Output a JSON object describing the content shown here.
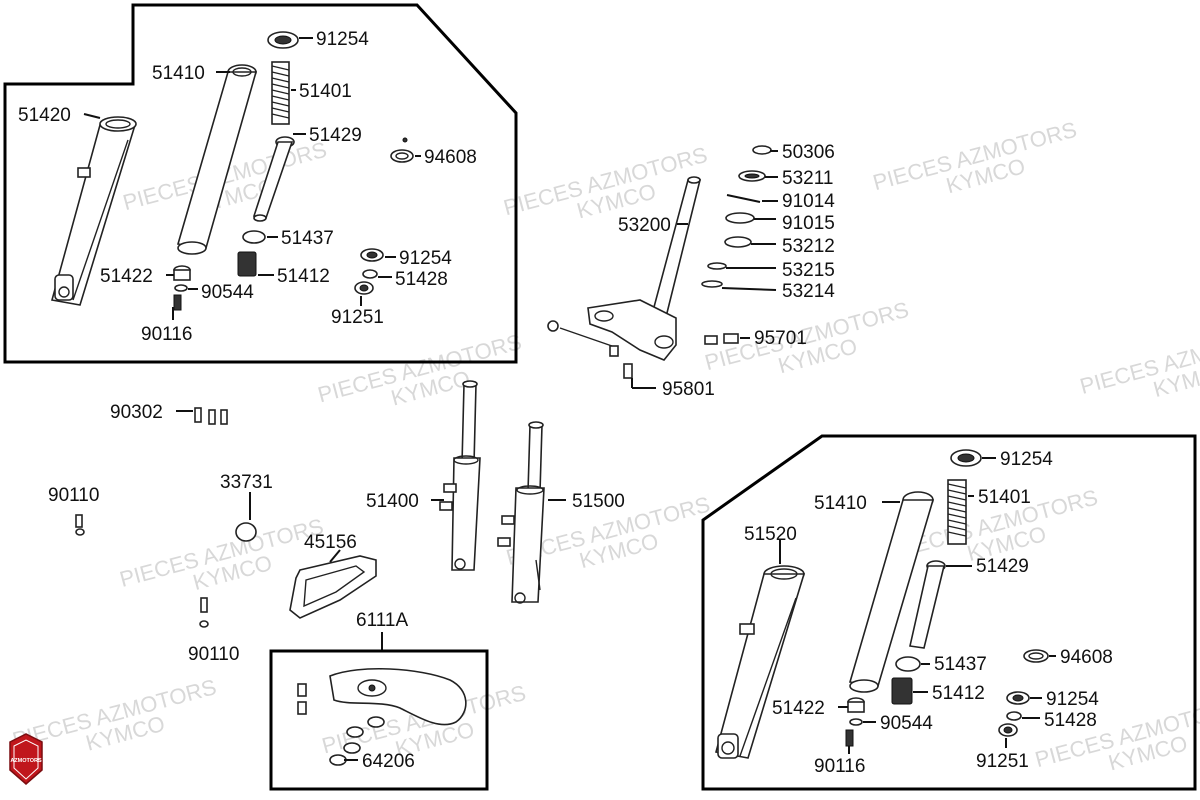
{
  "watermark": {
    "line1": "PIECES AZMOTORS",
    "line2": "KYMCO"
  },
  "logo_text": "AZMOTORS",
  "colors": {
    "line": "#222222",
    "watermark": "#d8d8d8",
    "logo": "#c0161c"
  },
  "labels": {
    "l_91254_a": "91254",
    "l_51410_a": "51410",
    "l_51401_a": "51401",
    "l_51420": "51420",
    "l_51429_a": "51429",
    "l_94608_a": "94608",
    "l_51437_a": "51437",
    "l_91254_b": "91254",
    "l_51422_a": "51422",
    "l_51412_a": "51412",
    "l_51428_a": "51428",
    "l_90544_a": "90544",
    "l_91251_a": "91251",
    "l_90116_a": "90116",
    "l_50306": "50306",
    "l_53211": "53211",
    "l_91014": "91014",
    "l_91015": "91015",
    "l_53200": "53200",
    "l_53212": "53212",
    "l_53215": "53215",
    "l_53214": "53214",
    "l_95701": "95701",
    "l_95801": "95801",
    "l_90302": "90302",
    "l_90110_a": "90110",
    "l_33731": "33731",
    "l_51400": "51400",
    "l_51500": "51500",
    "l_45156": "45156",
    "l_90110_b": "90110",
    "l_6111A": "6111A",
    "l_64206": "64206",
    "l_91254_c": "91254",
    "l_51410_b": "51410",
    "l_51401_b": "51401",
    "l_51520": "51520",
    "l_51429_b": "51429",
    "l_51437_b": "51437",
    "l_94608_b": "94608",
    "l_51412_b": "51412",
    "l_91254_d": "91254",
    "l_51422_b": "51422",
    "l_90544_b": "90544",
    "l_51428_b": "51428",
    "l_90116_b": "90116",
    "l_91251_b": "91251"
  }
}
